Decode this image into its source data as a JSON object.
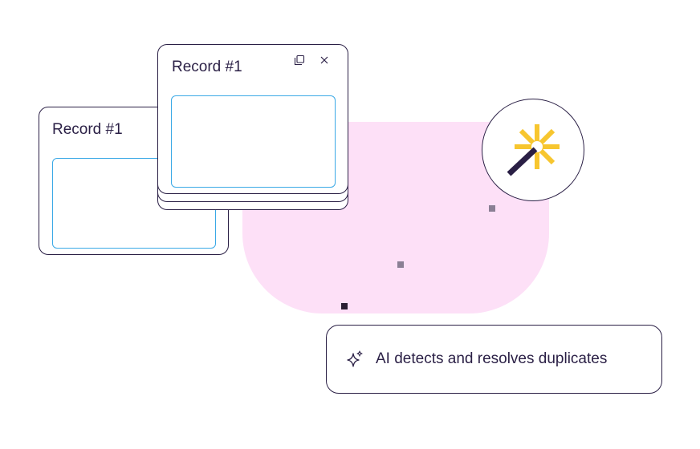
{
  "records": {
    "back_card": {
      "title": "Record #1"
    },
    "front_card": {
      "title": "Record #1",
      "copy_icon": "copy-icon",
      "close_icon": "close-icon"
    }
  },
  "badge": {
    "icon": "magic-wand-icon"
  },
  "callout": {
    "icon": "sparkle-icon",
    "text": "AI detects and resolves duplicates"
  },
  "colors": {
    "ink": "#2a1f45",
    "field_border": "#3aa9e6",
    "backdrop_pink": "#fde0f7",
    "wand_star": "#f7c62f",
    "dot_gray": "#8a7f94"
  }
}
